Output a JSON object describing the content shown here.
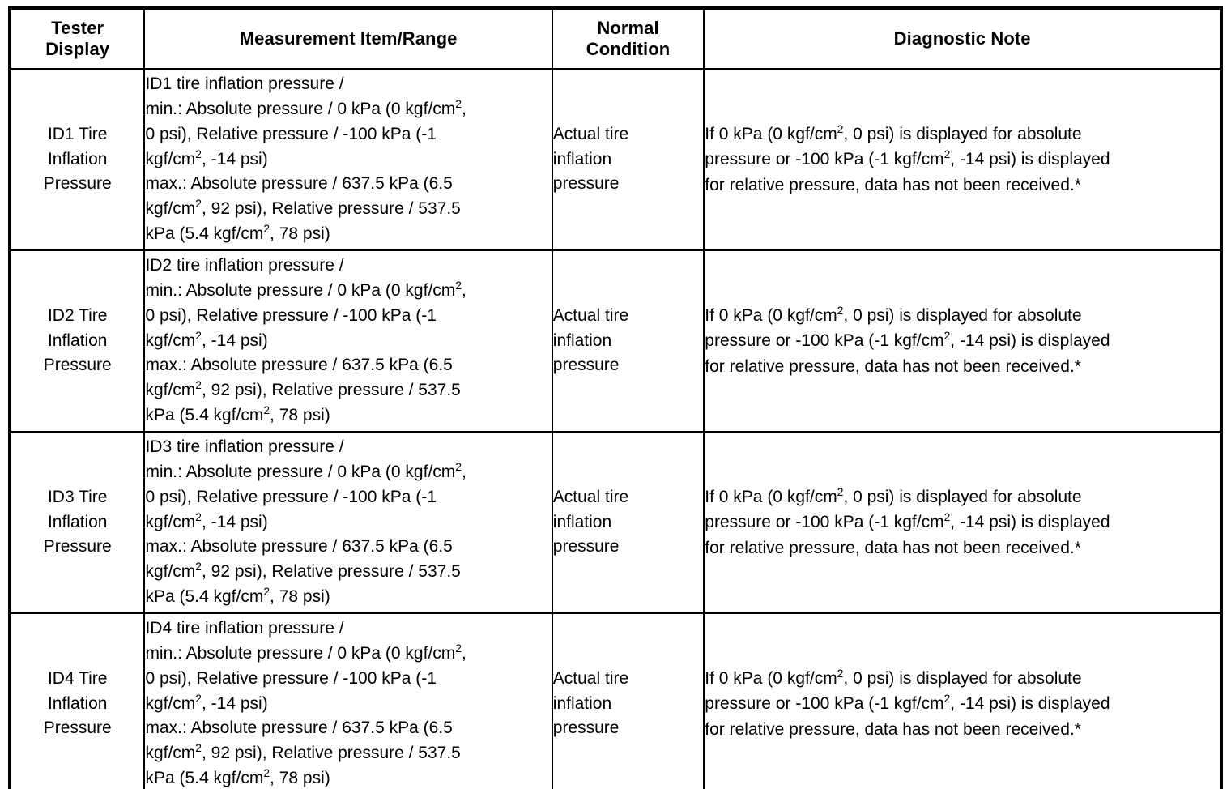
{
  "table": {
    "columns": [
      {
        "key": "tester_display",
        "header_lines": [
          "Tester",
          "Display"
        ]
      },
      {
        "key": "measurement_item_range",
        "header_lines": [
          "Measurement Item/Range"
        ]
      },
      {
        "key": "normal_condition",
        "header_lines": [
          "Normal",
          "Condition"
        ]
      },
      {
        "key": "diagnostic_note",
        "header_lines": [
          "Diagnostic Note"
        ]
      }
    ],
    "rows": [
      {
        "tester_display_lines": [
          "ID1 Tire",
          "Inflation",
          "Pressure"
        ],
        "measurement_lines": [
          "ID1 tire inflation pressure /",
          "min.: Absolute pressure / 0 kPa (0 kgf/cm2,",
          "0 psi), Relative pressure / -100 kPa (-1",
          "kgf/cm2, -14 psi)",
          "max.: Absolute pressure / 637.5 kPa (6.5",
          "kgf/cm2, 92 psi), Relative pressure / 537.5",
          "kPa (5.4 kgf/cm2, 78 psi)"
        ],
        "normal_condition_lines": [
          "Actual tire",
          "inflation",
          "pressure"
        ],
        "diagnostic_note_lines": [
          "If 0 kPa (0 kgf/cm2, 0 psi) is displayed for absolute",
          "pressure or -100 kPa (-1 kgf/cm2, -14 psi) is displayed",
          "for relative pressure, data has not been received.*"
        ]
      },
      {
        "tester_display_lines": [
          "ID2 Tire",
          "Inflation",
          "Pressure"
        ],
        "measurement_lines": [
          "ID2 tire inflation pressure /",
          "min.: Absolute pressure / 0 kPa (0 kgf/cm2,",
          "0 psi), Relative pressure / -100 kPa (-1",
          "kgf/cm2, -14 psi)",
          "max.: Absolute pressure / 637.5 kPa (6.5",
          "kgf/cm2, 92 psi), Relative pressure / 537.5",
          "kPa (5.4 kgf/cm2, 78 psi)"
        ],
        "normal_condition_lines": [
          "Actual tire",
          "inflation",
          "pressure"
        ],
        "diagnostic_note_lines": [
          "If 0 kPa (0 kgf/cm2, 0 psi) is displayed for absolute",
          "pressure or -100 kPa (-1 kgf/cm2, -14 psi) is displayed",
          "for relative pressure, data has not been received.*"
        ]
      },
      {
        "tester_display_lines": [
          "ID3 Tire",
          "Inflation",
          "Pressure"
        ],
        "measurement_lines": [
          "ID3 tire inflation pressure /",
          "min.: Absolute pressure / 0 kPa (0 kgf/cm2,",
          "0 psi), Relative pressure / -100 kPa (-1",
          "kgf/cm2, -14 psi)",
          "max.: Absolute pressure / 637.5 kPa (6.5",
          "kgf/cm2, 92 psi), Relative pressure / 537.5",
          "kPa (5.4 kgf/cm2, 78 psi)"
        ],
        "normal_condition_lines": [
          "Actual tire",
          "inflation",
          "pressure"
        ],
        "diagnostic_note_lines": [
          "If 0 kPa (0 kgf/cm2, 0 psi) is displayed for absolute",
          "pressure or -100 kPa (-1 kgf/cm2, -14 psi) is displayed",
          "for relative pressure, data has not been received.*"
        ]
      },
      {
        "tester_display_lines": [
          "ID4 Tire",
          "Inflation",
          "Pressure"
        ],
        "measurement_lines": [
          "ID4 tire inflation pressure /",
          "min.: Absolute pressure / 0 kPa (0 kgf/cm2,",
          "0 psi), Relative pressure / -100 kPa (-1",
          "kgf/cm2, -14 psi)",
          "max.: Absolute pressure / 637.5 kPa (6.5",
          "kgf/cm2, 92 psi), Relative pressure / 537.5",
          "kPa (5.4 kgf/cm2, 78 psi)"
        ],
        "normal_condition_lines": [
          "Actual tire",
          "inflation",
          "pressure"
        ],
        "diagnostic_note_lines": [
          "If 0 kPa (0 kgf/cm2, 0 psi) is displayed for absolute",
          "pressure or -100 kPa (-1 kgf/cm2, -14 psi) is displayed",
          "for relative pressure, data has not been received.*"
        ]
      }
    ]
  },
  "colors": {
    "border": "#000000",
    "text": "#000000",
    "background": "#ffffff"
  }
}
